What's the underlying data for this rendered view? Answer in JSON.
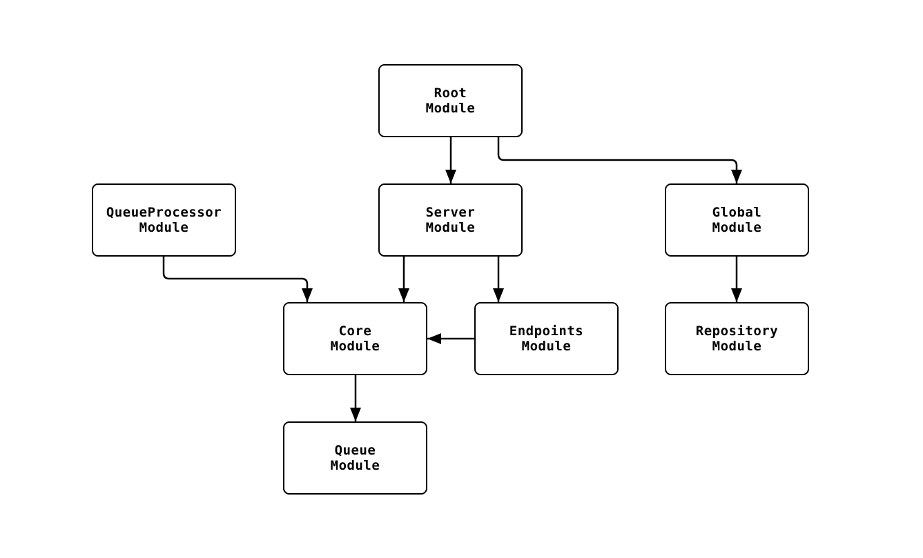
{
  "diagram": {
    "type": "module-dependency-flowchart",
    "background_color": "#ffffff",
    "node_fill_color": "#ffffff",
    "node_border_color": "#000000",
    "edge_color": "#000000",
    "nodes": {
      "root": {
        "line1": "Root",
        "line2": "Module"
      },
      "qp": {
        "line1": "QueueProcessor",
        "line2": "Module"
      },
      "server": {
        "line1": "Server",
        "line2": "Module"
      },
      "global": {
        "line1": "Global",
        "line2": "Module"
      },
      "core": {
        "line1": "Core",
        "line2": "Module"
      },
      "endpoints": {
        "line1": "Endpoints",
        "line2": "Module"
      },
      "repository": {
        "line1": "Repository",
        "line2": "Module"
      },
      "queue": {
        "line1": "Queue",
        "line2": "Module"
      }
    },
    "edges": [
      {
        "from": "Root Module",
        "to": "Server Module"
      },
      {
        "from": "Root Module",
        "to": "Global Module"
      },
      {
        "from": "QueueProcessor Module",
        "to": "Core Module"
      },
      {
        "from": "Server Module",
        "to": "Core Module"
      },
      {
        "from": "Server Module",
        "to": "Endpoints Module"
      },
      {
        "from": "Endpoints Module",
        "to": "Core Module"
      },
      {
        "from": "Global Module",
        "to": "Repository Module"
      },
      {
        "from": "Core Module",
        "to": "Queue Module"
      }
    ]
  }
}
